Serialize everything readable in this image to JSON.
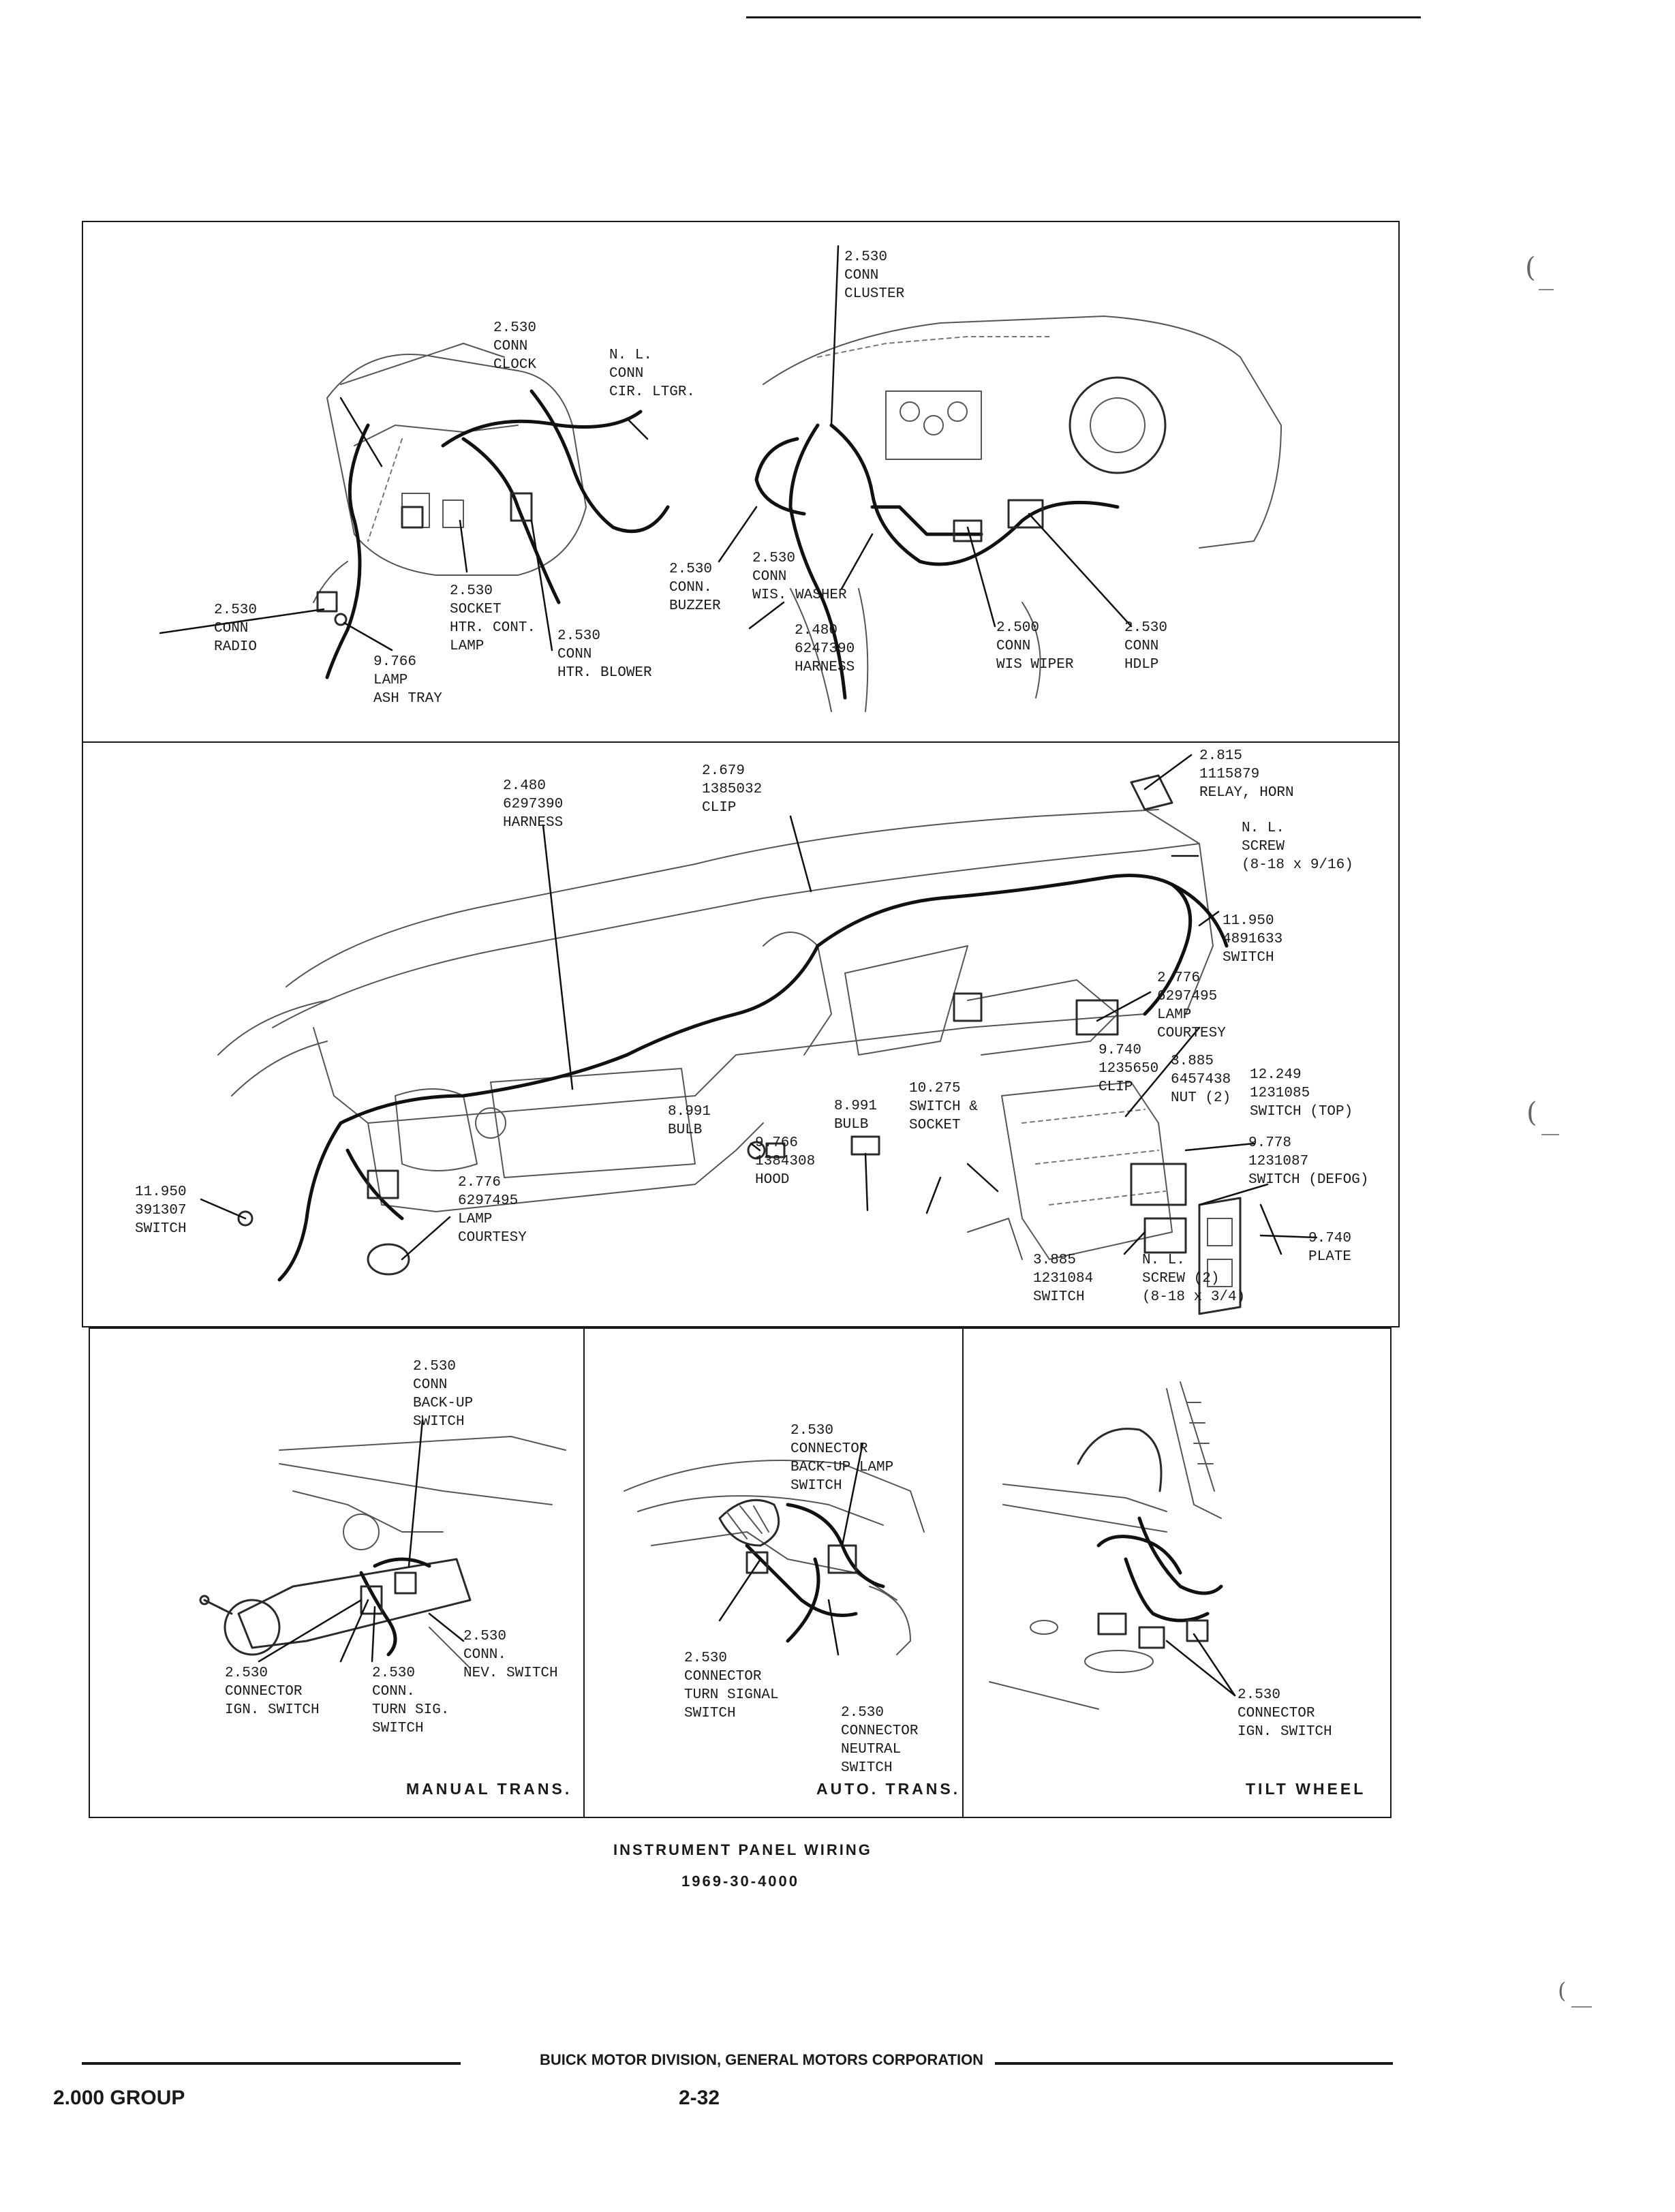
{
  "panel_top_labels": [
    "2.530\nCONN\nCLUSTER",
    "2.530\nCONN\nCLOCK",
    "N. L.\nCONN\nCIR. LTGR.",
    "2.530\nCONN\nRADIO",
    "9.766\nLAMP\nASH TRAY",
    "2.530\nSOCKET\nHTR. CONT.\nLAMP",
    "2.530\nCONN\nHTR. BLOWER",
    "2.530\nCONN.\nBUZZER",
    "2.530\nCONN\nWIS. WASHER",
    "2.480\n6247390\nHARNESS",
    "2.500\nCONN\nWIS WIPER",
    "2.530\nCONN\nHDLP"
  ],
  "panel_middle_labels": [
    "2.480\n6297390\nHARNESS",
    "2.679\n1385032\nCLIP",
    "2.815\n1115879\nRELAY, HORN",
    "N. L.\nSCREW\n(8-18 x 9/16)",
    "11.950\n4891633\nSWITCH",
    "2.776\n6297495\nLAMP\nCOURTESY",
    "9.740\n1235650\nCLIP",
    "3.885\n6457438\nNUT (2)",
    "12.249\n1231085\nSWITCH (TOP)",
    "9.778\n1231087\nSWITCH (DEFOG)",
    "9.740\nPLATE",
    "3.885\n1231084\nSWITCH",
    "N. L.\nSCREW (2)\n(8-18 x 3/4)",
    "8.991\nBULB",
    "10.275\nSWITCH &\nSOCKET",
    "8.991\nBULB",
    "9.766\n1384308\nHOOD",
    "11.950\n391307\nSWITCH",
    "2.776\n6297495\nLAMP\nCOURTESY"
  ],
  "panel_manual": {
    "labels": [
      "2.530\nCONN\nBACK-UP\nSWITCH",
      "2.530\nCONN.\nNEV. SWITCH",
      "2.530\nCONNECTOR\nIGN. SWITCH",
      "2.530\nCONN.\nTURN SIG.\nSWITCH"
    ],
    "caption": "MANUAL TRANS."
  },
  "panel_auto": {
    "labels": [
      "2.530\nCONNECTOR\nBACK-UP LAMP\nSWITCH",
      "2.530\nCONNECTOR\nTURN SIGNAL\nSWITCH",
      "2.530\nCONNECTOR\nNEUTRAL\nSWITCH"
    ],
    "caption": "AUTO. TRANS."
  },
  "panel_tilt": {
    "labels": [
      "2.530\nCONNECTOR\nIGN. SWITCH"
    ],
    "caption": "TILT WHEEL"
  },
  "figure_caption": {
    "title": "INSTRUMENT PANEL WIRING",
    "code": "1969-30-4000"
  },
  "footer": {
    "publisher": "BUICK MOTOR DIVISION, GENERAL MOTORS CORPORATION",
    "group": "2.000 GROUP",
    "page_number": "2-32"
  }
}
